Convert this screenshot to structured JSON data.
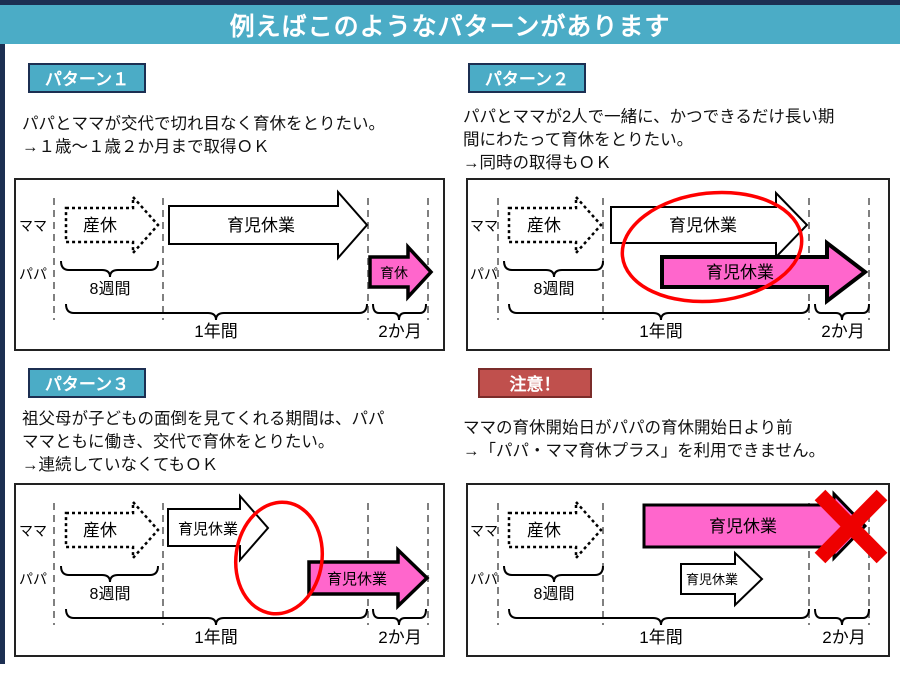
{
  "header": {
    "title": "例えばこのようなパターンがあります"
  },
  "colors": {
    "accent_teal": "#4bacc6",
    "accent_dark_navy": "#1c2f52",
    "caution_red": "#c0504d",
    "arrow_pink": "#ff66cc",
    "highlight_red": "#ff0000",
    "dashed_gray": "#808080"
  },
  "sections": [
    {
      "id": "pattern1",
      "label": "パターン１",
      "description_lines": [
        "パパとママが交代で切れ目なく育休をとりたい。",
        "→１歳～１歳２か月まで取得ＯＫ"
      ],
      "diagram": {
        "row1": "ママ",
        "row2": "パパ",
        "maternity_arrow": "産休",
        "mama_arrow": "育児休業",
        "papa_arrow": "育休",
        "bracket_8w": "8週間",
        "bracket_1y": "1年間",
        "bracket_2m": "2か月"
      }
    },
    {
      "id": "pattern2",
      "label": "パターン２",
      "description_lines": [
        "パパとママが2人で一緒に、かつできるだけ長い期",
        "間にわたって育休をとりたい。",
        "→同時の取得もＯＫ"
      ],
      "diagram": {
        "row1": "ママ",
        "row2": "パパ",
        "maternity_arrow": "産休",
        "mama_arrow": "育児休業",
        "papa_arrow": "育児休業",
        "bracket_8w": "8週間",
        "bracket_1y": "1年間",
        "bracket_2m": "2か月"
      }
    },
    {
      "id": "pattern3",
      "label": "パターン３",
      "description_lines": [
        "祖父母が子どもの面倒を見てくれる期間は、パパ",
        "ママともに働き、交代で育休をとりたい。",
        "→連続していなくてもＯＫ"
      ],
      "diagram": {
        "row1": "ママ",
        "row2": "パパ",
        "maternity_arrow": "産休",
        "mama_arrow": "育児休業",
        "papa_arrow": "育児休業",
        "bracket_8w": "8週間",
        "bracket_1y": "1年間",
        "bracket_2m": "2か月"
      }
    },
    {
      "id": "caution",
      "label": "注意！",
      "description_lines": [
        "ママの育休開始日がパパの育休開始日より前",
        "→「パパ・ママ育休プラス」を利用できません。"
      ],
      "diagram": {
        "row1": "ママ",
        "row2": "パパ",
        "maternity_arrow": "産休",
        "mama_arrow": "育児休業",
        "papa_arrow": "育児休業",
        "bracket_8w": "8週間",
        "bracket_1y": "1年間",
        "bracket_2m": "2か月"
      }
    }
  ]
}
